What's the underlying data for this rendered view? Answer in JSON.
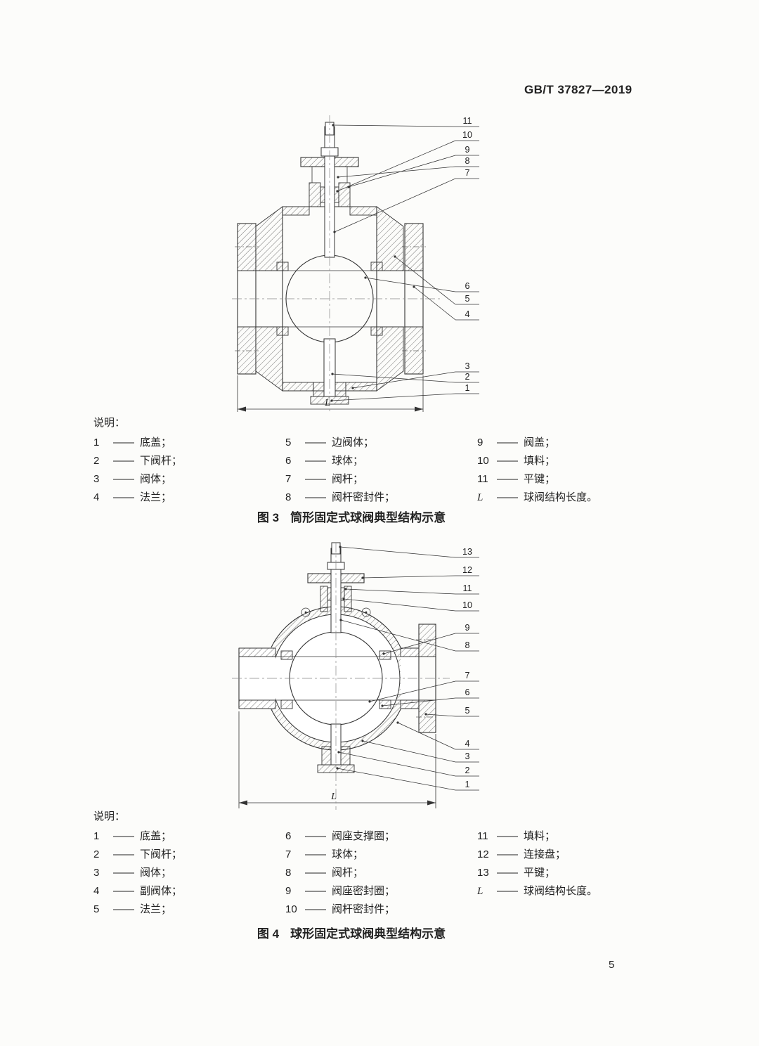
{
  "header": {
    "standard_number": "GB/T 37827—2019"
  },
  "legend_separator": "——",
  "figure3": {
    "legend_title": "说明：",
    "caption_prefix": "图 3",
    "caption_title": "筒形固定式球阀典型结构示意",
    "dimension_label": "L",
    "callouts": {
      "c1": "1",
      "c2": "2",
      "c3": "3",
      "c4": "4",
      "c5": "5",
      "c6": "6",
      "c7": "7",
      "c8": "8",
      "c9": "9",
      "c10": "10",
      "c11": "11"
    },
    "legend": [
      {
        "num": "1",
        "label": "底盖；"
      },
      {
        "num": "2",
        "label": "下阀杆；"
      },
      {
        "num": "3",
        "label": "阀体；"
      },
      {
        "num": "4",
        "label": "法兰；"
      },
      {
        "num": "5",
        "label": "边阀体；"
      },
      {
        "num": "6",
        "label": "球体；"
      },
      {
        "num": "7",
        "label": "阀杆；"
      },
      {
        "num": "8",
        "label": "阀杆密封件；"
      },
      {
        "num": "9",
        "label": "阀盖；"
      },
      {
        "num": "10",
        "label": "填料；"
      },
      {
        "num": "11",
        "label": "平键；"
      },
      {
        "num": "L",
        "label": "球阀结构长度。"
      }
    ]
  },
  "figure4": {
    "legend_title": "说明：",
    "caption_prefix": "图 4",
    "caption_title": "球形固定式球阀典型结构示意",
    "dimension_label": "L",
    "callouts": {
      "c1": "1",
      "c2": "2",
      "c3": "3",
      "c4": "4",
      "c5": "5",
      "c6": "6",
      "c7": "7",
      "c8": "8",
      "c9": "9",
      "c10": "10",
      "c11": "11",
      "c12": "12",
      "c13": "13"
    },
    "legend": [
      {
        "num": "1",
        "label": "底盖；"
      },
      {
        "num": "2",
        "label": "下阀杆；"
      },
      {
        "num": "3",
        "label": "阀体；"
      },
      {
        "num": "4",
        "label": "副阀体；"
      },
      {
        "num": "5",
        "label": "法兰；"
      },
      {
        "num": "6",
        "label": "阀座支撑圈；"
      },
      {
        "num": "7",
        "label": "球体；"
      },
      {
        "num": "8",
        "label": "阀杆；"
      },
      {
        "num": "9",
        "label": "阀座密封圈；"
      },
      {
        "num": "10",
        "label": "阀杆密封件；"
      },
      {
        "num": "11",
        "label": "填料；"
      },
      {
        "num": "12",
        "label": "连接盘；"
      },
      {
        "num": "13",
        "label": "平键；"
      },
      {
        "num": "L",
        "label": "球阀结构长度。"
      }
    ]
  },
  "footer": {
    "page_number": "5"
  }
}
